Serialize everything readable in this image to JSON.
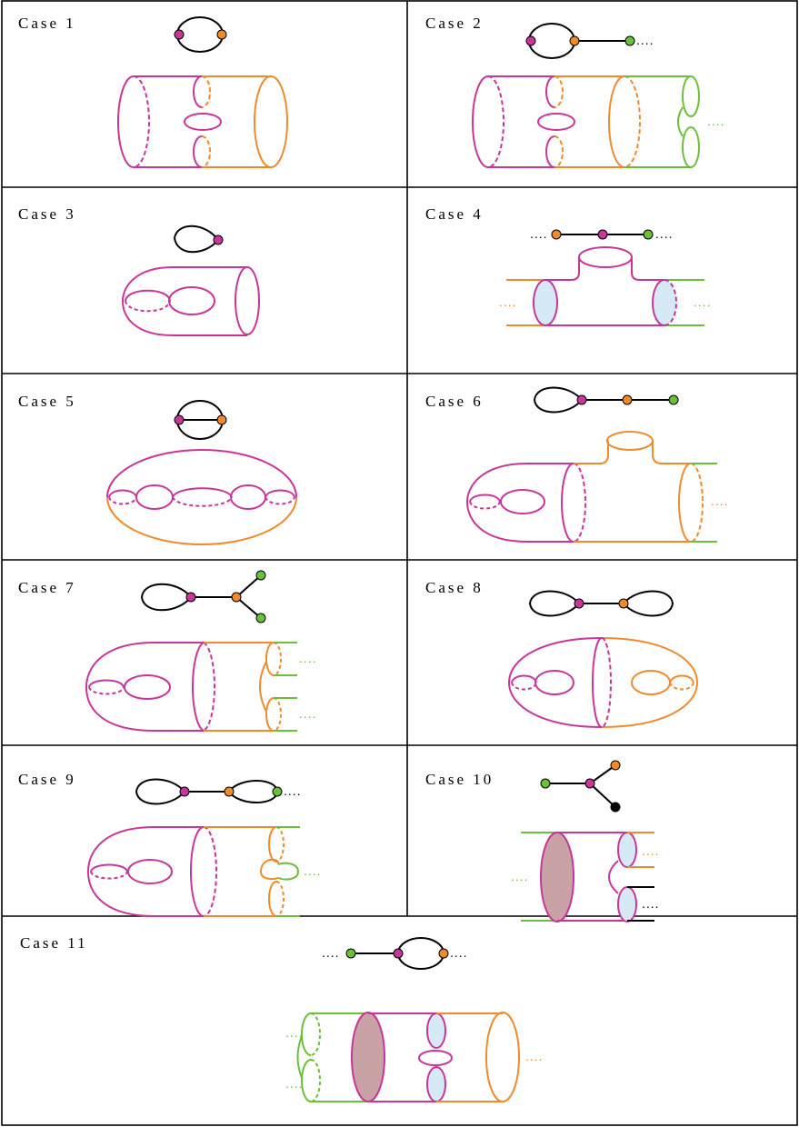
{
  "cases": [
    {
      "label": "Case 1"
    },
    {
      "label": "Case 2"
    },
    {
      "label": "Case 3"
    },
    {
      "label": "Case 4"
    },
    {
      "label": "Case 5"
    },
    {
      "label": "Case 6"
    },
    {
      "label": "Case 7"
    },
    {
      "label": "Case 8"
    },
    {
      "label": "Case 9"
    },
    {
      "label": "Case 10"
    },
    {
      "label": "Case 11"
    }
  ],
  "ellipsis": "....",
  "colors": {
    "magenta": "#c8369a",
    "orange": "#ef8b2c",
    "green": "#6cbf3b",
    "black": "#000000",
    "lightblue": "#d6eaf6",
    "mauve": "#c9a2a5",
    "border": "#000000"
  }
}
